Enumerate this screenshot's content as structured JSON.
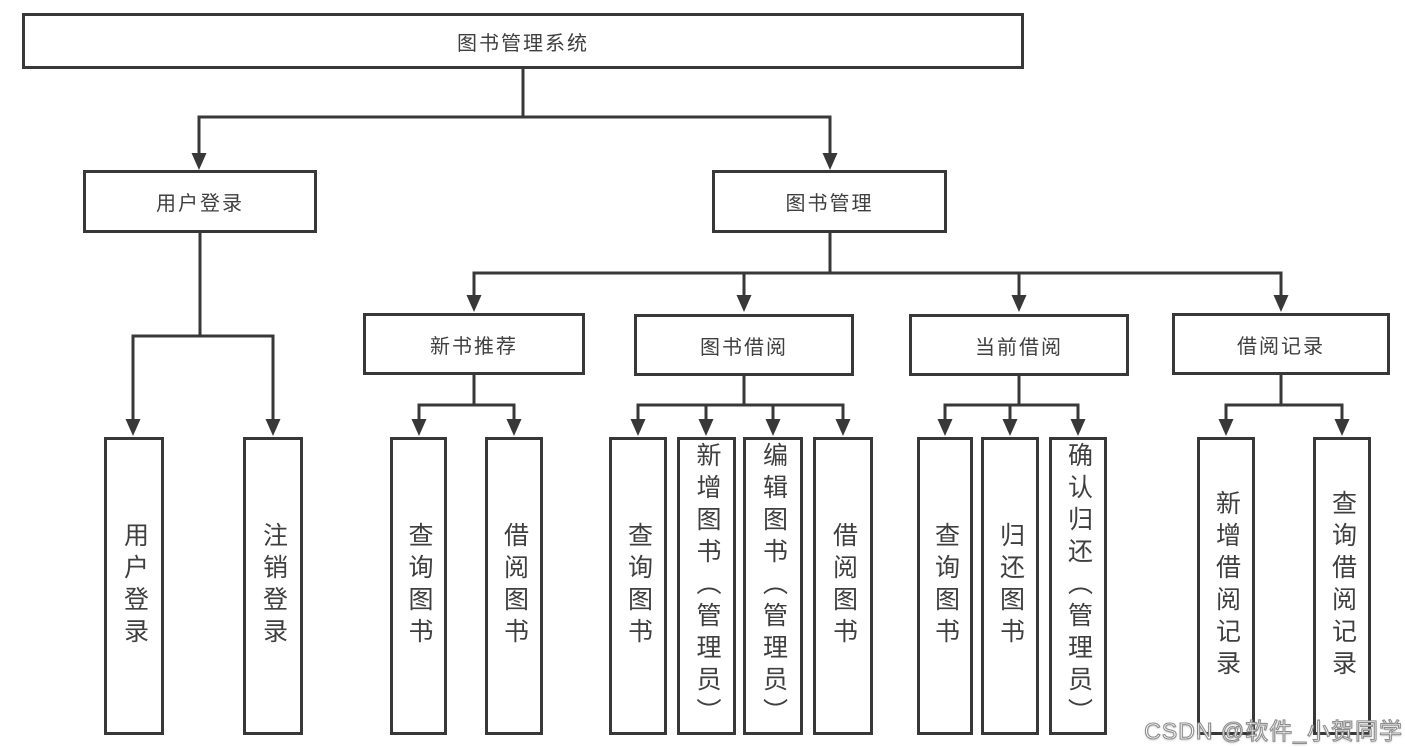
{
  "colors": {
    "line": "#383838",
    "text": "#3f3f3f",
    "background": "#ffffff",
    "watermark_fill": "#ffffff",
    "watermark_outline": "#8d8d8d"
  },
  "nodes": {
    "root": {
      "label": "图书管理系统"
    },
    "level2": [
      {
        "label": "用户登录"
      },
      {
        "label": "图书管理"
      }
    ],
    "level3": [
      {
        "label": "新书推荐",
        "parent": "图书管理"
      },
      {
        "label": "图书借阅",
        "parent": "图书管理"
      },
      {
        "label": "当前借阅",
        "parent": "图书管理"
      },
      {
        "label": "借阅记录",
        "parent": "图书管理"
      }
    ],
    "leaves": [
      {
        "label": "用户登录",
        "parent": "用户登录"
      },
      {
        "label": "注销登录",
        "parent": "用户登录"
      },
      {
        "label": "查询图书",
        "parent": "新书推荐"
      },
      {
        "label": "借阅图书",
        "parent": "新书推荐"
      },
      {
        "label": "查询图书",
        "parent": "图书借阅"
      },
      {
        "label": "新增图书（管理员）",
        "parent": "图书借阅"
      },
      {
        "label": "编辑图书（管理员）",
        "parent": "图书借阅"
      },
      {
        "label": "借阅图书",
        "parent": "图书借阅"
      },
      {
        "label": "查询图书",
        "parent": "当前借阅"
      },
      {
        "label": "归还图书",
        "parent": "当前借阅"
      },
      {
        "label": "确认归还（管理员）",
        "parent": "当前借阅"
      },
      {
        "label": "新增借阅记录",
        "parent": "借阅记录"
      },
      {
        "label": "查询借阅记录",
        "parent": "借阅记录"
      }
    ]
  },
  "watermark": {
    "text": "CSDN @软件_小贺同学"
  }
}
